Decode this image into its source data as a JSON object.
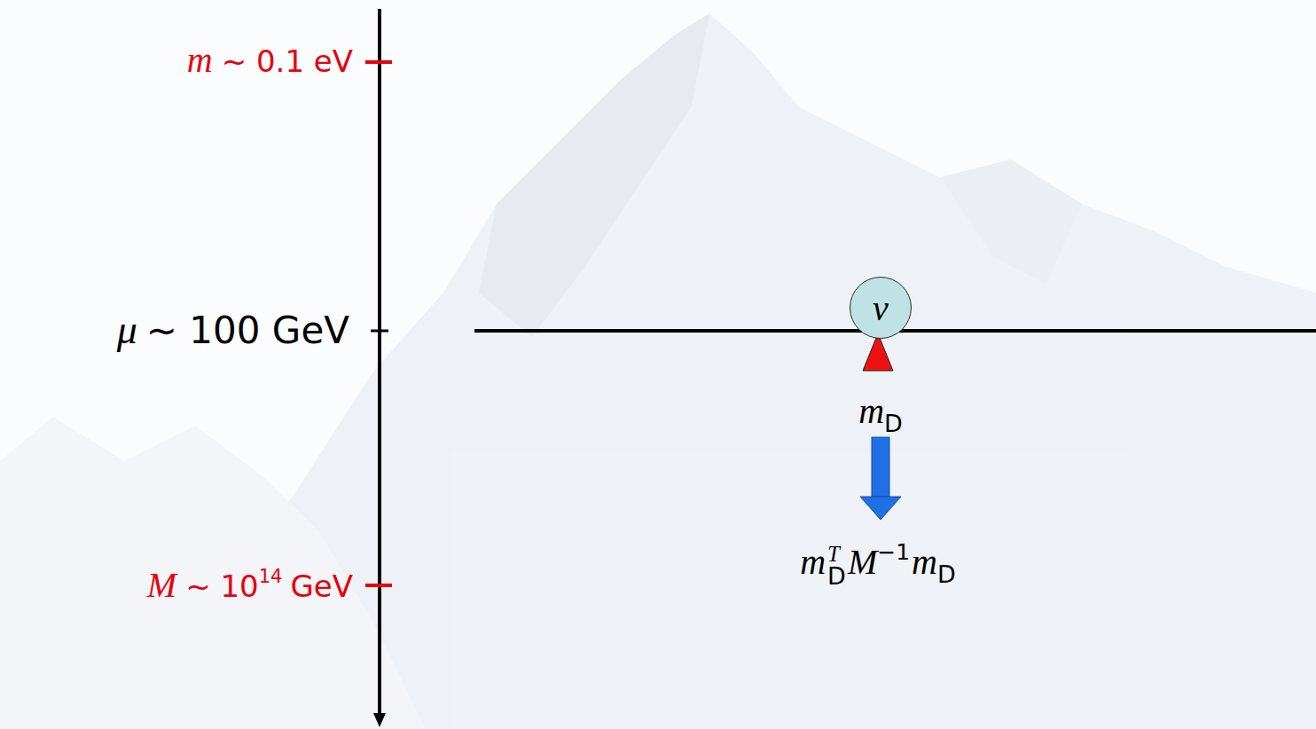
{
  "diagram": {
    "nodes": [
      {
        "text": [
          "ν"
        ]
      }
    ],
    "labels": [
      "m",
      "~ 0.1 eV",
      "μ",
      "∼ 100 GeV",
      "M",
      "~ 10",
      "14",
      "GeV",
      "m",
      "D",
      "m",
      "T",
      "D",
      "M",
      "−1",
      "m",
      "D"
    ]
  }
}
